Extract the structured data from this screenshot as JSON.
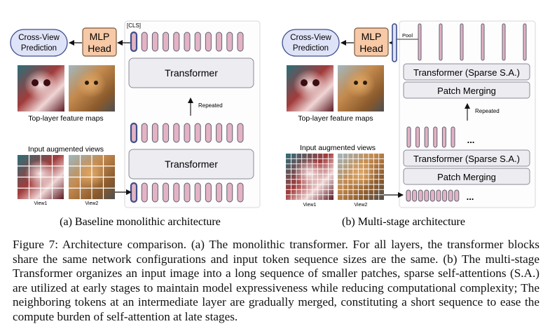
{
  "panel_a": {
    "subcaption": "(a) Baseline monolithic architecture",
    "cross_view": [
      "Cross-View",
      "Prediction"
    ],
    "mlp_head": [
      "MLP",
      "Head"
    ],
    "cls_label": "[CLS]",
    "transformer_top": "Transformer",
    "transformer_bottom": "Transformer",
    "repeated": "Repeated",
    "top_maps_label": "Top-layer feature maps",
    "input_views_label": "Input augmented views",
    "view1": "View1",
    "view2": "View2"
  },
  "panel_b": {
    "subcaption": "(b) Multi-stage architecture",
    "cross_view": [
      "Cross-View",
      "Prediction"
    ],
    "mlp_head": [
      "MLP",
      "Head"
    ],
    "pool_label": "Pool",
    "transformer_top": "Transformer (Sparse S.A.)",
    "merging_top": "Patch Merging",
    "transformer_mid": "Transformer (Sparse S.A.)",
    "merging_bottom": "Patch Merging",
    "repeated": "Repeated",
    "ellipsis": "...",
    "top_maps_label": "Top-layer feature maps",
    "input_views_label": "Input augmented views",
    "view1": "View1",
    "view2": "View2"
  },
  "caption": "Figure 7: Architecture comparison. (a) The monolithic transformer. For all layers, the transformer blocks share the same network configurations and input token sequence sizes are the same. (b) The multi-stage Transformer organizes an input image into a long sequence of smaller patches, sparse self-attentions (S.A.) are utilized at early stages to maintain model expressiveness while reducing computational complexity; The neighboring tokens at an intermediate layer are gradually merged, constituting a short sequence to ease the compute burden of self-attention at late stages.",
  "colors": {
    "token_fill": "#e3b3c4",
    "token_stroke": "#5f6070",
    "cls_stroke": "#3d4f8c",
    "prediction_fill": "#dfe3f7",
    "prediction_stroke": "#3d4f8c",
    "mlp_fill": "#f7c9a6",
    "mlp_stroke": "#7a5a40",
    "block_fill": "#ececf1",
    "block_stroke": "#8a8c96",
    "panel_stroke": "#d8d8de"
  }
}
